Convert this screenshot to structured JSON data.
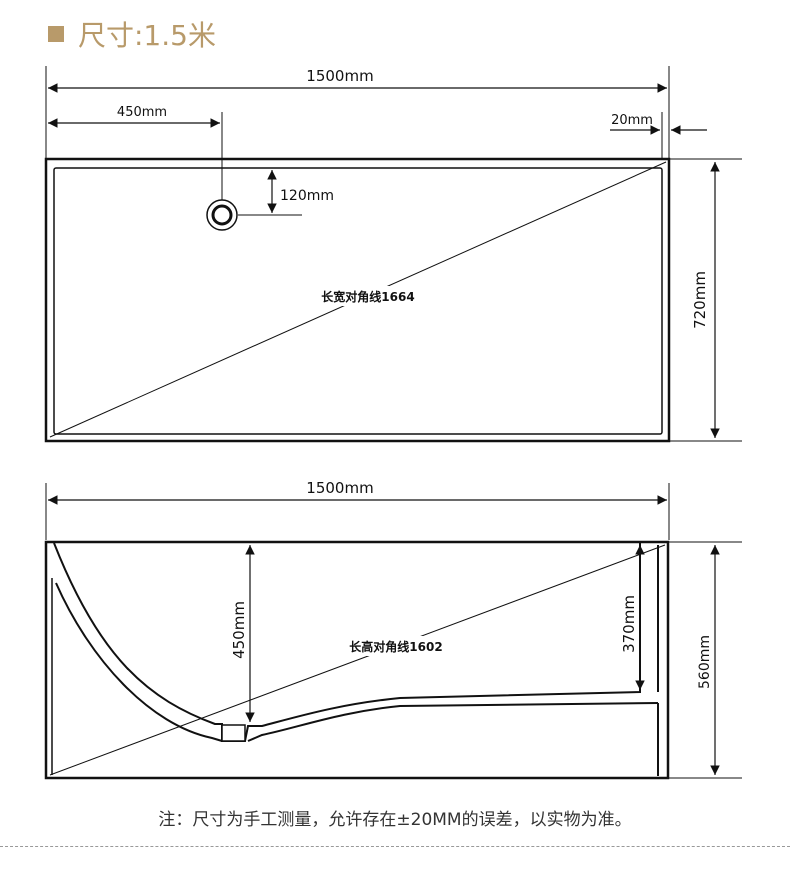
{
  "header": {
    "title": "尺寸:1.5米",
    "accent": "#b89a6a"
  },
  "top_view": {
    "width_label": "1500mm",
    "drain_offset_label": "450mm",
    "rim_label": "20mm",
    "drain_depth_label": "120mm",
    "height_label": "720mm",
    "diagonal_label": "长宽对角线1664"
  },
  "side_view": {
    "width_label": "1500mm",
    "left_depth_label": "450mm",
    "right_depth_label": "370mm",
    "height_label": "560mm",
    "diagonal_label": "长高对角线1602"
  },
  "footer": {
    "note": "注：尺寸为手工测量，允许存在±20MM的误差，以实物为准。"
  }
}
